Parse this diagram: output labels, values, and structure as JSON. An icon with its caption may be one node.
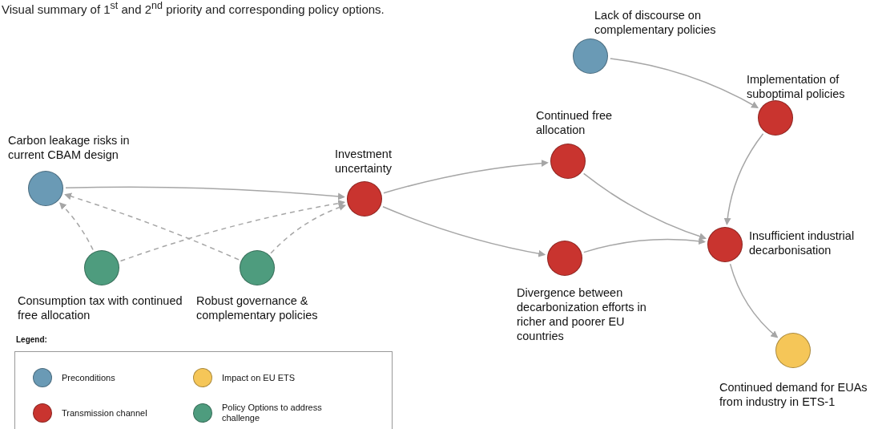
{
  "diagram": {
    "title": "Visual summary of 1$^{st}$ and 2$^{nd}$ priority and corresponding policy options.",
    "nodes": [
      {
        "text": [
          "Lack of discourse on complementary policies"
        ]
      },
      {
        "text": [
          "Implementation of suboptimal policies"
        ]
      },
      {
        "text": [
          "Carbon leakage risks in current CBAM design"
        ]
      },
      {
        "text": [
          "Investment uncertainty"
        ]
      },
      {
        "text": [
          "Continued free allocation"
        ]
      },
      {
        "text": [
          "Insufficient industrial decarbonisation"
        ]
      },
      {
        "text": [
          "Consumption tax with continued free allocation"
        ]
      },
      {
        "text": [
          "Robust governance & complementary policies"
        ]
      },
      {
        "text": [
          "Divergence between decarbonization efforts in richer and poorer EU countries"
        ]
      },
      {
        "text": [
          "Continued demand for EUAs from industry in ETS-1"
        ]
      }
    ],
    "edges": [
      {
        "from": 0,
        "to": 1,
        "arrow": "to"
      },
      {
        "from": 1,
        "to": 5,
        "arrow": "to"
      },
      {
        "from": 2,
        "to": 3,
        "arrow": "to"
      },
      {
        "from": 3,
        "to": 4,
        "arrow": "to"
      },
      {
        "from": 3,
        "to": 8,
        "arrow": "to"
      },
      {
        "from": 4,
        "to": 5,
        "arrow": "to"
      },
      {
        "from": 8,
        "to": 5,
        "arrow": "to"
      },
      {
        "from": 5,
        "to": 9,
        "arrow": "to"
      },
      {
        "from": 6,
        "to": 2,
        "arrow": "to",
        "style": "dashed"
      },
      {
        "from": 6,
        "to": 3,
        "arrow": "to",
        "style": "dashed"
      },
      {
        "from": 7,
        "to": 2,
        "arrow": "to",
        "style": "dashed"
      },
      {
        "from": 7,
        "to": 3,
        "arrow": "to",
        "style": "dashed"
      }
    ],
    "labels": [
      "Legend:"
    ],
    "legend": [
      {
        "text": "Preconditions",
        "color": "#6a9ab5"
      },
      {
        "text": "Impact on EU ETS",
        "color": "#f5c658"
      },
      {
        "text": "Transmission channel",
        "color": "#c9342f"
      },
      {
        "text": "Policy Options to address challenge",
        "color": "#4e9c7e"
      }
    ]
  }
}
